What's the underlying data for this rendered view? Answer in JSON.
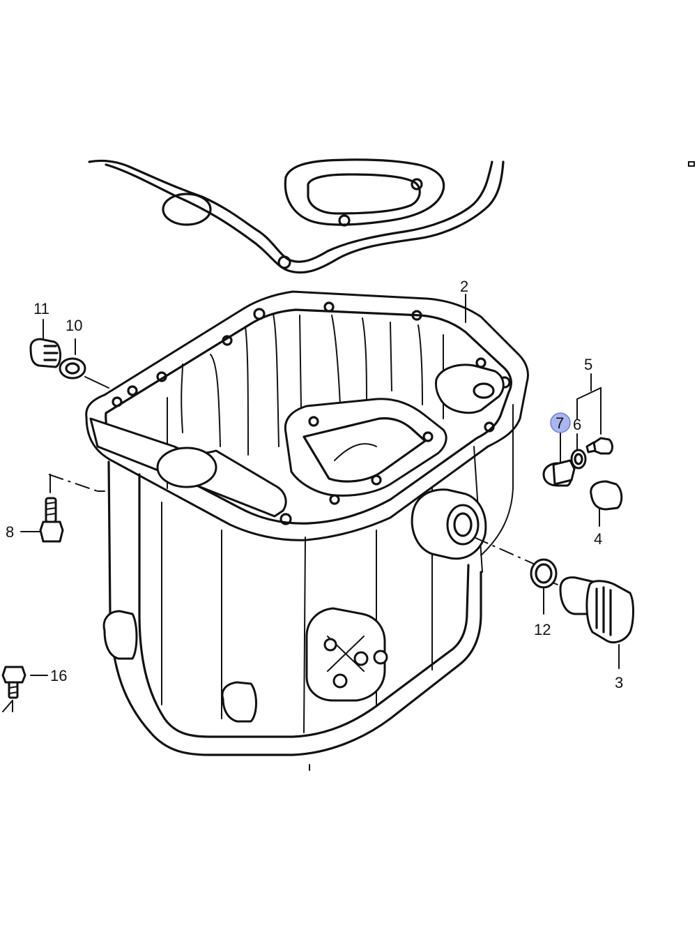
{
  "callouts": {
    "c2": "2",
    "c3": "3",
    "c4": "4",
    "c5": "5",
    "c6": "6",
    "c7": "7",
    "c8": "8",
    "c10": "10",
    "c11": "11",
    "c12": "12",
    "c16": "16"
  },
  "highlight": {
    "part": "7",
    "color": "#aab6ee"
  }
}
